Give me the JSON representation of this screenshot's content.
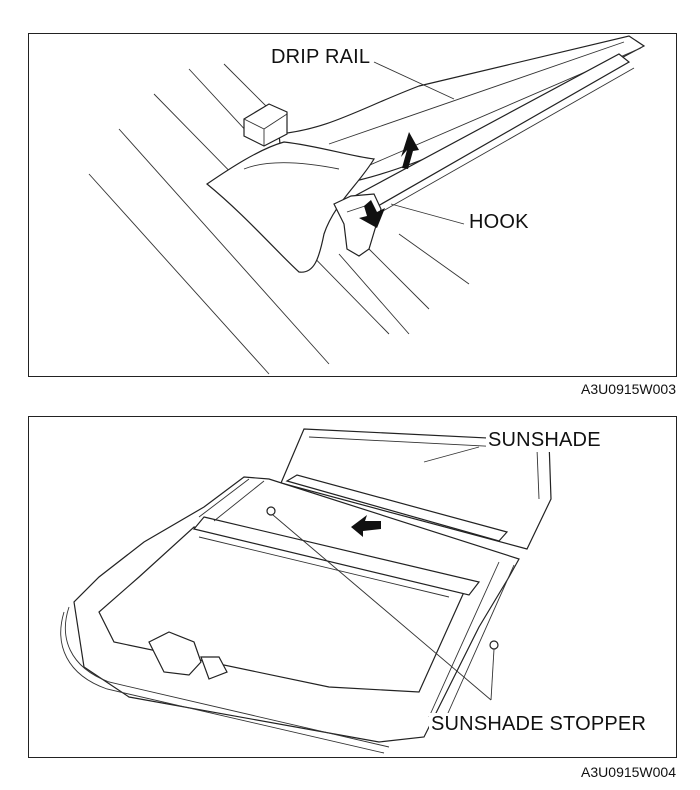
{
  "figure1": {
    "labels": {
      "drip_rail": "DRIP RAIL",
      "hook": "HOOK"
    },
    "code": "A3U0915W003"
  },
  "figure2": {
    "labels": {
      "sunshade": "SUNSHADE",
      "sunshade_stopper": "SUNSHADE STOPPER"
    },
    "code": "A3U0915W004"
  }
}
